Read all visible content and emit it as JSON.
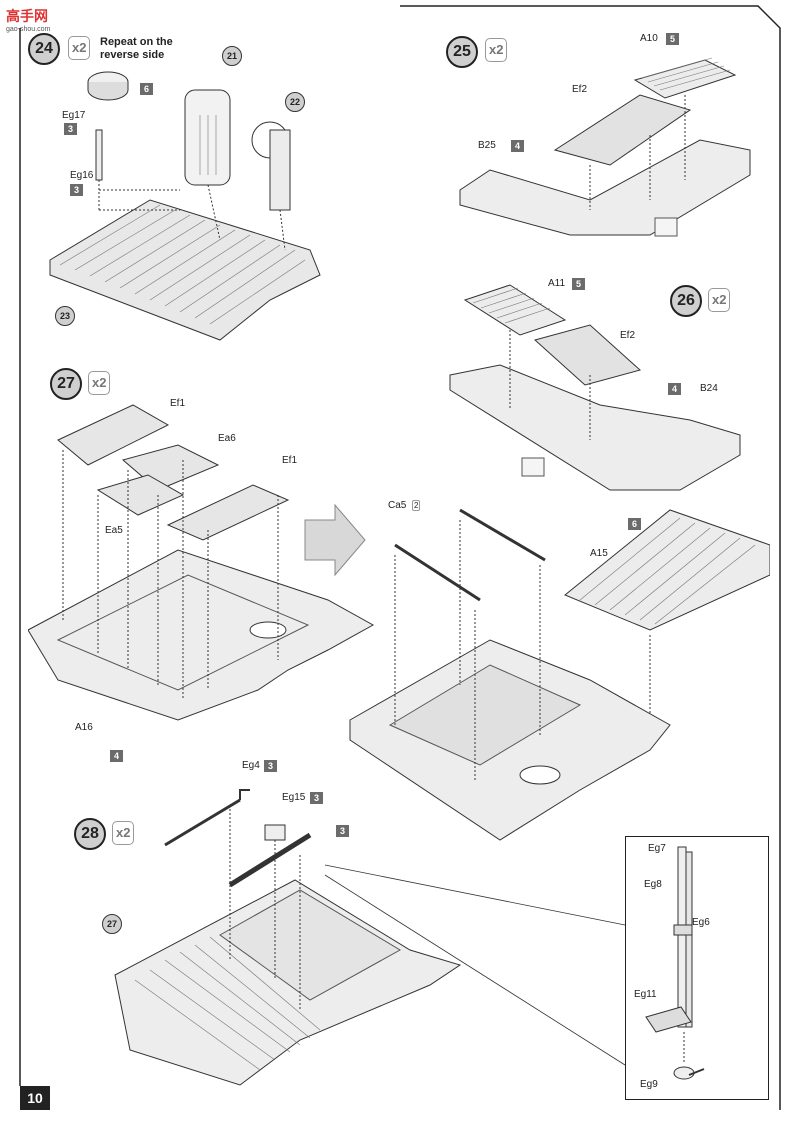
{
  "watermark": {
    "title": "高手网",
    "url": "gao-shou.com"
  },
  "page_number": "10",
  "steps": [
    {
      "id": "24",
      "mult": "x2",
      "note": "Repeat on the reverse side"
    },
    {
      "id": "25",
      "mult": "x2"
    },
    {
      "id": "26",
      "mult": "x2"
    },
    {
      "id": "27",
      "mult": "x2"
    },
    {
      "id": "28",
      "mult": "x2"
    }
  ],
  "step24": {
    "parts": [
      "Eg17",
      "Eg16"
    ],
    "paints": {
      "eg17_paint": "6",
      "eg17_color": "3",
      "eg16_color": "3"
    },
    "subassemblies": [
      "21",
      "22",
      "23"
    ]
  },
  "step25": {
    "parts": [
      "A10",
      "Ef2",
      "B25"
    ],
    "paints": {
      "a10": "5",
      "b25": "4"
    }
  },
  "step26": {
    "parts": [
      "A11",
      "Ef2",
      "B24"
    ],
    "paints": {
      "a11": "5",
      "b24": "4"
    }
  },
  "step27": {
    "parts": [
      "Ef1",
      "Ea6",
      "Ef1",
      "Ea5",
      "A16"
    ],
    "paints": {
      "a16": "4"
    },
    "right_parts": {
      "ca5": "Ca5",
      "ca5_mult": "2",
      "a15": "A15"
    },
    "right_paints": {
      "a15": "6"
    }
  },
  "step28": {
    "parts": [
      "Eg4",
      "Eg15"
    ],
    "paints": {
      "eg4": "3",
      "eg15": "3",
      "gun": "3"
    },
    "subassembly": "27",
    "detail_parts": [
      "Eg7",
      "Eg8",
      "Eg6",
      "Eg11",
      "Eg9"
    ]
  },
  "colors": {
    "paint_tag_bg": "#6b6b6b",
    "step_circle_bg": "#cfcfcf"
  }
}
